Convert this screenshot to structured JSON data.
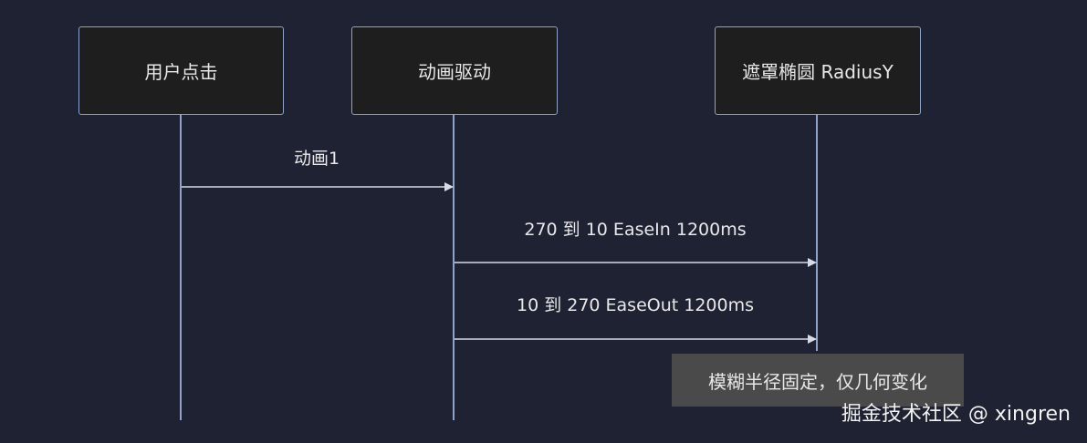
{
  "actors": [
    {
      "id": "user",
      "label": "用户点击"
    },
    {
      "id": "driver",
      "label": "动画驱动"
    },
    {
      "id": "mask",
      "label": "遮罩椭圆 RadiusY"
    }
  ],
  "messages": [
    {
      "from": "user",
      "to": "driver",
      "label": "动画1"
    },
    {
      "from": "driver",
      "to": "mask",
      "label": "270 到 10 EaseIn 1200ms"
    },
    {
      "from": "driver",
      "to": "mask",
      "label": "10 到 270 EaseOut 1200ms"
    }
  ],
  "note": {
    "text": "模糊半径固定，仅几何变化"
  },
  "watermark": {
    "text": "掘金技术社区 @ xingren"
  },
  "colors": {
    "background": "#1f2232",
    "lifeline": "#8fa3c8",
    "actor_fill": "#1e1e1e",
    "arrow": "#d7dbe6",
    "note_fill": "#4a4a4a"
  }
}
